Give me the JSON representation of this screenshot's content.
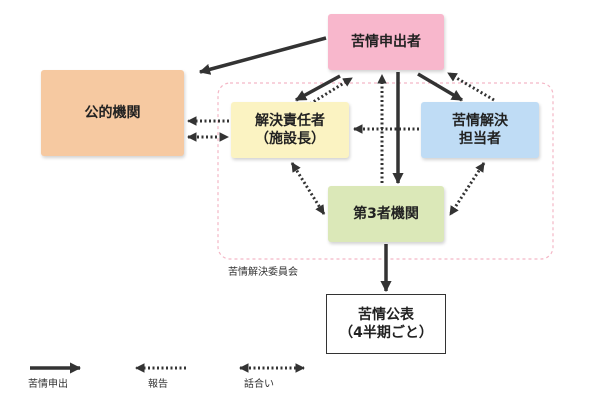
{
  "nodes": {
    "complainant": "苦情申出者",
    "public_agency": "公的機関",
    "resolver": "解決責任者\n（施設長）",
    "staff": "苦情解決\n担当者",
    "third_party": "第3者機関",
    "publication": "苦情公表\n（4半期ごと）"
  },
  "committee_label": "苦情解決委員会",
  "legend": [
    {
      "style": "solid",
      "label": "苦情申出"
    },
    {
      "style": "dotted",
      "label": "報告"
    },
    {
      "style": "dotted-double",
      "label": "話合い"
    }
  ],
  "colors": {
    "complainant": "#f8b7cc",
    "public_agency": "#f6c9a1",
    "resolver": "#fbf3c2",
    "staff": "#bfdcf5",
    "third_party": "#dbe8b8",
    "committee_border": "#f4b7c6",
    "arrow": "#333333"
  }
}
